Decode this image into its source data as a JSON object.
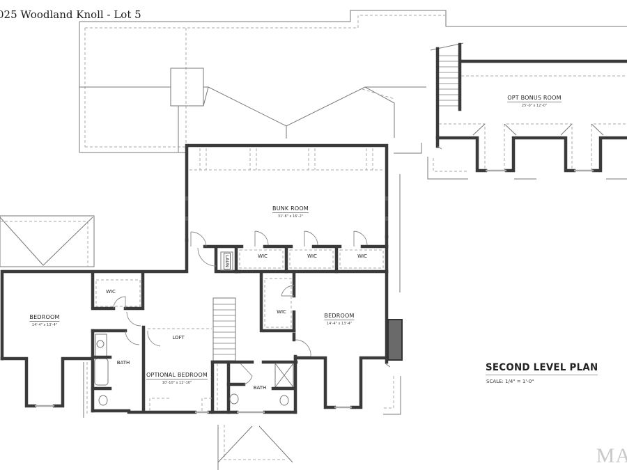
{
  "header": {
    "title": "025 Woodland Knoll - Lot 5"
  },
  "plan": {
    "title": "SECOND LEVEL PLAN",
    "scale": "SCALE: 1/4\" = 1'-0\""
  },
  "watermark": "MA",
  "rooms": {
    "bonus_room": {
      "name": "OPT BONUS ROOM",
      "dims": "25'-0\" x 12'-0\""
    },
    "bunk_room": {
      "name": "BUNK ROOM",
      "dims": "31'-8\" x 16'-2\""
    },
    "bedroom_left": {
      "name": "BEDROOM",
      "dims": "14'-4\" x 13'-4\""
    },
    "bedroom_right": {
      "name": "BEDROOM",
      "dims": "14'-4\" x 13'-4\""
    },
    "optional_bedroom": {
      "name": "OPTIONAL BEDROOM",
      "dims": "10'-10\" x 12'-10\""
    },
    "loft": {
      "name": "LOFT"
    },
    "bath_left": {
      "name": "BATH"
    },
    "bath_center": {
      "name": "BATH"
    },
    "laundry": {
      "name": "LAUN"
    },
    "wic_1": {
      "name": "WIC"
    },
    "wic_2": {
      "name": "WIC"
    },
    "wic_3": {
      "name": "WIC"
    },
    "wic_left": {
      "name": "WIC"
    },
    "wic_right": {
      "name": "WIC"
    }
  }
}
